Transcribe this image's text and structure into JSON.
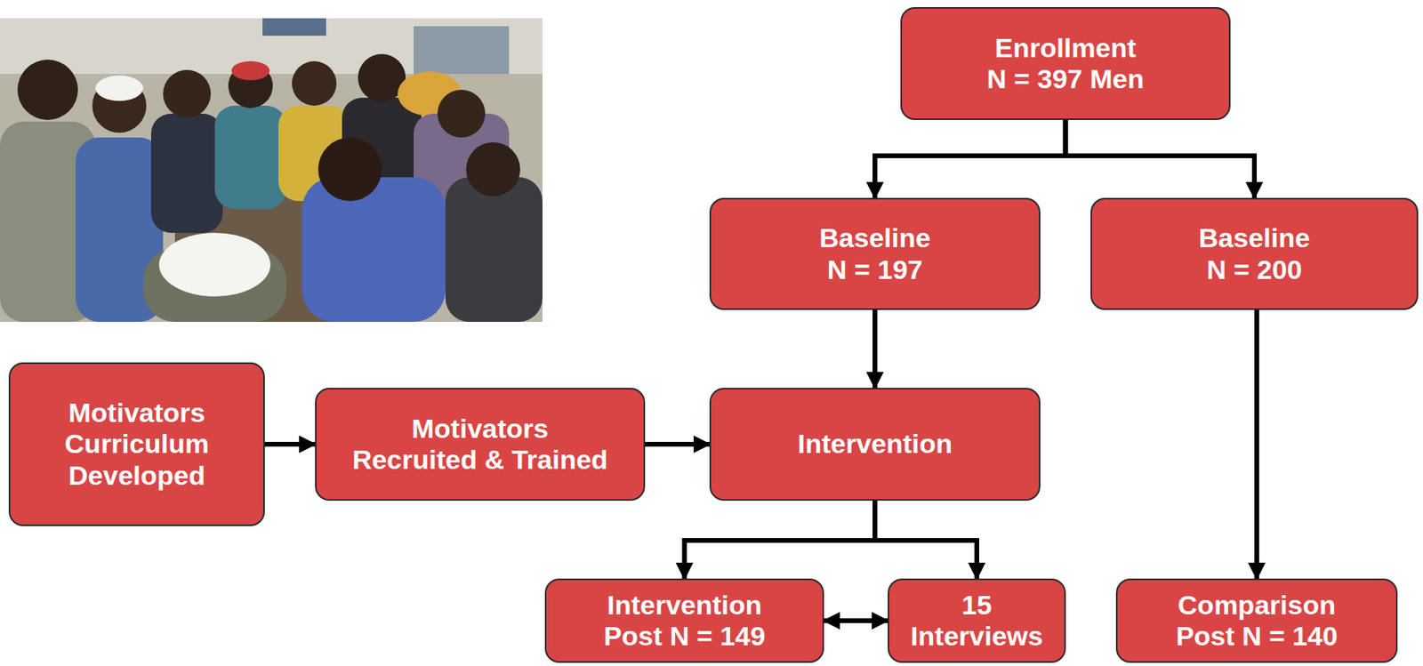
{
  "diagram": {
    "nodes": [
      {
        "text": [
          "Enrollment",
          "N = 397 Men"
        ]
      },
      {
        "text": [
          "Baseline",
          "N = 197"
        ]
      },
      {
        "text": [
          "Baseline",
          "N = 200"
        ]
      },
      {
        "text": [
          "Motivators Curriculum Developed"
        ]
      },
      {
        "text": [
          "Motivators",
          "Recruited & Trained"
        ]
      },
      {
        "text": [
          "Intervention"
        ]
      },
      {
        "text": [
          "Intervention",
          "Post N = 149"
        ]
      },
      {
        "text": [
          "15",
          "Interviews"
        ]
      },
      {
        "text": [
          "Comparison",
          "Post N = 140"
        ]
      }
    ],
    "edges": [
      {
        "from": 0,
        "to": 1,
        "arrow": "to"
      },
      {
        "from": 0,
        "to": 2,
        "arrow": "to"
      },
      {
        "from": 1,
        "to": 5,
        "arrow": "to"
      },
      {
        "from": 3,
        "to": 4,
        "arrow": "to"
      },
      {
        "from": 4,
        "to": 5,
        "arrow": "to"
      },
      {
        "from": 5,
        "to": 6,
        "arrow": "to"
      },
      {
        "from": 5,
        "to": 7,
        "arrow": "to"
      },
      {
        "from": 6,
        "to": 7,
        "arrow": "both"
      },
      {
        "from": 2,
        "to": 8,
        "arrow": "to"
      }
    ]
  }
}
